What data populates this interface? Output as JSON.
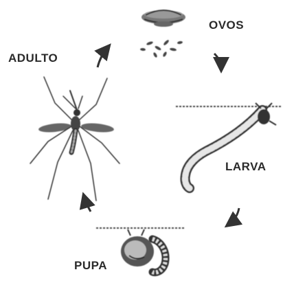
{
  "stages": {
    "eggs": "OVOS",
    "larva": "LARVA",
    "pupa": "PUPA",
    "adult": "ADULTO"
  }
}
